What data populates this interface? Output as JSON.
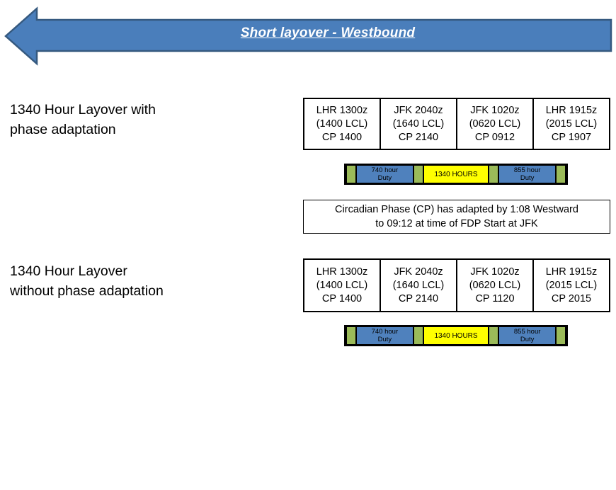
{
  "banner": {
    "title": "Short layover - Westbound",
    "fill_color": "#4A7EBB",
    "stroke_color": "#35597F",
    "text_color": "#FFFFFF",
    "direction": "left"
  },
  "rows": [
    {
      "label": "1340 Hour Layover with\nphase adaptation",
      "sectors": [
        {
          "station_time": "LHR 1300z",
          "local": "(1400 LCL)",
          "cp": "CP 1400"
        },
        {
          "station_time": "JFK 2040z",
          "local": "(1640 LCL)",
          "cp": "CP 2140"
        },
        {
          "station_time": "JFK 1020z",
          "local": "(0620 LCL)",
          "cp": "CP 0912"
        },
        {
          "station_time": "LHR 1915z",
          "local": "(2015 LCL)",
          "cp": "CP 1907"
        }
      ],
      "bar": [
        {
          "type": "gap",
          "label": ""
        },
        {
          "type": "duty",
          "label": "740  hour\nDuty"
        },
        {
          "type": "gap",
          "label": ""
        },
        {
          "type": "layover",
          "label": "1340 HOURS"
        },
        {
          "type": "gap",
          "label": ""
        },
        {
          "type": "duty",
          "label": "855  hour\nDuty"
        },
        {
          "type": "gap",
          "label": ""
        }
      ]
    },
    {
      "label": "1340 Hour Layover\nwithout phase adaptation",
      "sectors": [
        {
          "station_time": "LHR 1300z",
          "local": "(1400 LCL)",
          "cp": "CP 1400"
        },
        {
          "station_time": "JFK 2040z",
          "local": "(1640 LCL)",
          "cp": "CP 2140"
        },
        {
          "station_time": "JFK 1020z",
          "local": "(0620 LCL)",
          "cp": "CP 1120"
        },
        {
          "station_time": "LHR 1915z",
          "local": "(2015 LCL)",
          "cp": "CP 2015"
        }
      ],
      "bar": [
        {
          "type": "gap",
          "label": ""
        },
        {
          "type": "duty",
          "label": "740  hour\nDuty"
        },
        {
          "type": "gap",
          "label": ""
        },
        {
          "type": "layover",
          "label": "1340 HOURS"
        },
        {
          "type": "gap",
          "label": ""
        },
        {
          "type": "duty",
          "label": "855  hour\nDuty"
        },
        {
          "type": "gap",
          "label": ""
        }
      ]
    }
  ],
  "circadian_note": {
    "text": "Circadian Phase (CP)  has adapted by 1:08 Westward\nto 09:12 at time of FDP Start at JFK"
  },
  "colors": {
    "duty_block": "#4F81BD",
    "layover_block": "#FFFF00",
    "separator": "#9BBB59",
    "frame": "#000000"
  }
}
